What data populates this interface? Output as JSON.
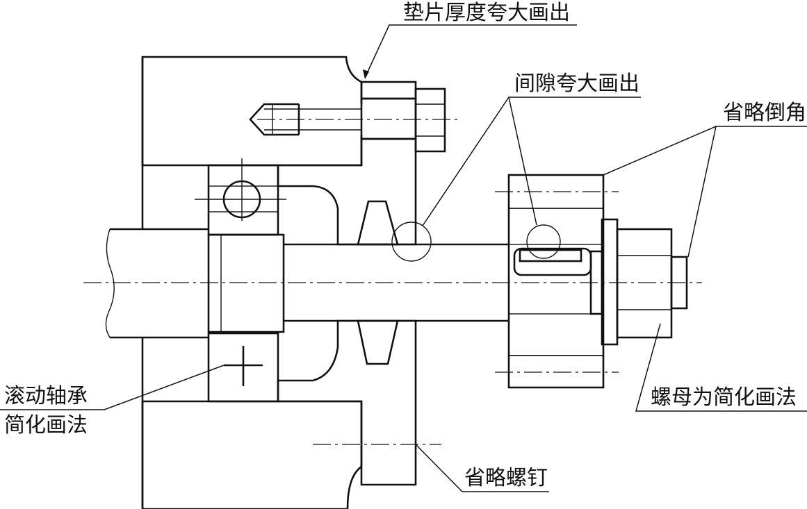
{
  "labels": {
    "gasket": "垫片厚度夸大画出",
    "gap": "间隙夸大画出",
    "chamfer": "省略倒角",
    "bearing_line1": "滚动轴承",
    "bearing_line2": "简化画法",
    "nut": "螺母为简化画法",
    "screw": "省略螺钉"
  }
}
